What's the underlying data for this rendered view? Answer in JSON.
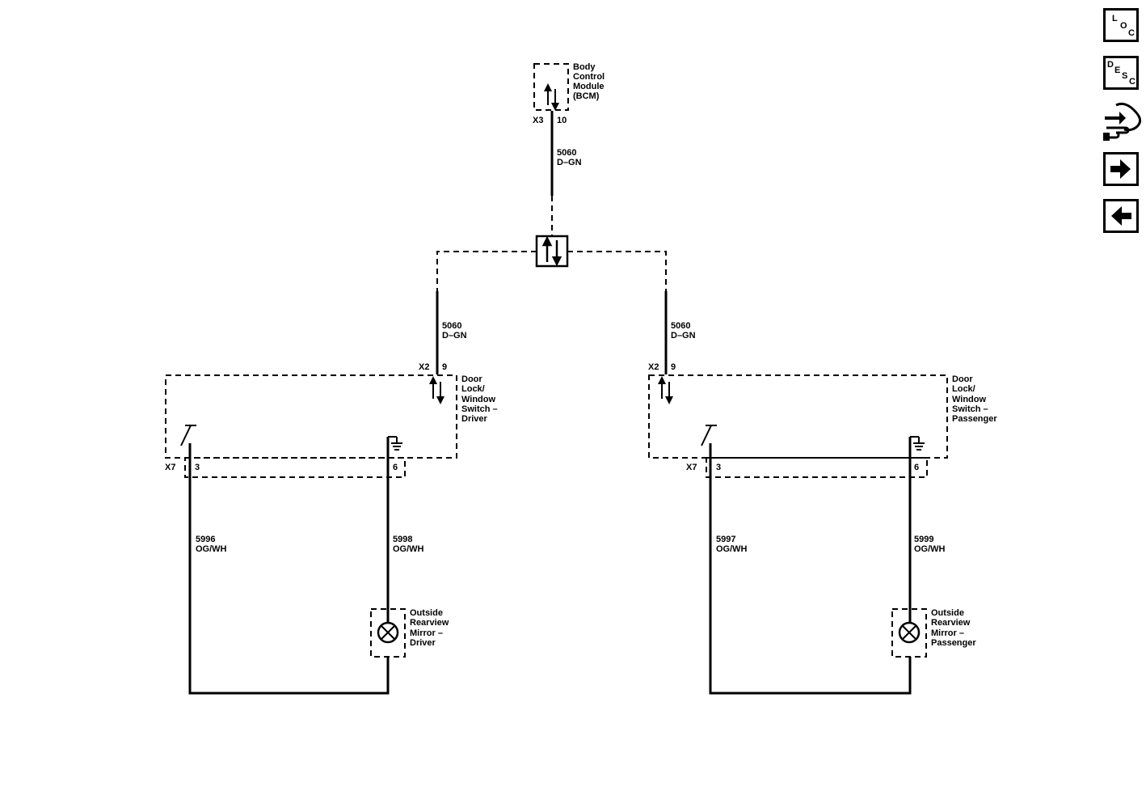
{
  "components": {
    "bcm": {
      "name_lines": [
        "Body",
        "Control",
        "Module",
        "(BCM)"
      ],
      "connector": "X3",
      "pin": "10"
    },
    "driver_switch": {
      "name_lines": [
        "Door",
        "Lock/",
        "Window",
        "Switch –",
        "Driver"
      ],
      "in_connector": "X2",
      "in_pin": "9",
      "out_connector": "X7",
      "out_pin_a": "3",
      "out_pin_b": "6"
    },
    "passenger_switch": {
      "name_lines": [
        "Door",
        "Lock/",
        "Window",
        "Switch –",
        "Passenger"
      ],
      "in_connector": "X2",
      "in_pin": "9",
      "out_connector": "X7",
      "out_pin_a": "3",
      "out_pin_b": "6"
    },
    "driver_mirror": {
      "name_lines": [
        "Outside",
        "Rearview",
        "Mirror –",
        "Driver"
      ]
    },
    "passenger_mirror": {
      "name_lines": [
        "Outside",
        "Rearview",
        "Mirror –",
        "Passenger"
      ]
    }
  },
  "wires": {
    "bcm_to_splice": {
      "circuit": "5060",
      "color": "D–GN"
    },
    "splice_to_driver": {
      "circuit": "5060",
      "color": "D–GN"
    },
    "splice_to_passenger": {
      "circuit": "5060",
      "color": "D–GN"
    },
    "driver_return": {
      "circuit": "5996",
      "color": "OG/WH"
    },
    "driver_mirror": {
      "circuit": "5998",
      "color": "OG/WH"
    },
    "passenger_return": {
      "circuit": "5997",
      "color": "OG/WH"
    },
    "passenger_mirror": {
      "circuit": "5999",
      "color": "OG/WH"
    }
  },
  "nav": {
    "loc": {
      "letters": [
        "L",
        "O",
        "C"
      ],
      "icon": "loc-icon"
    },
    "desc": {
      "letters": [
        "D",
        "E",
        "S",
        "C"
      ],
      "icon": "desc-icon"
    },
    "connector": {
      "icon": "connector-hand-icon"
    },
    "next": {
      "icon": "arrow-right-icon"
    },
    "back": {
      "icon": "arrow-left-icon"
    }
  }
}
